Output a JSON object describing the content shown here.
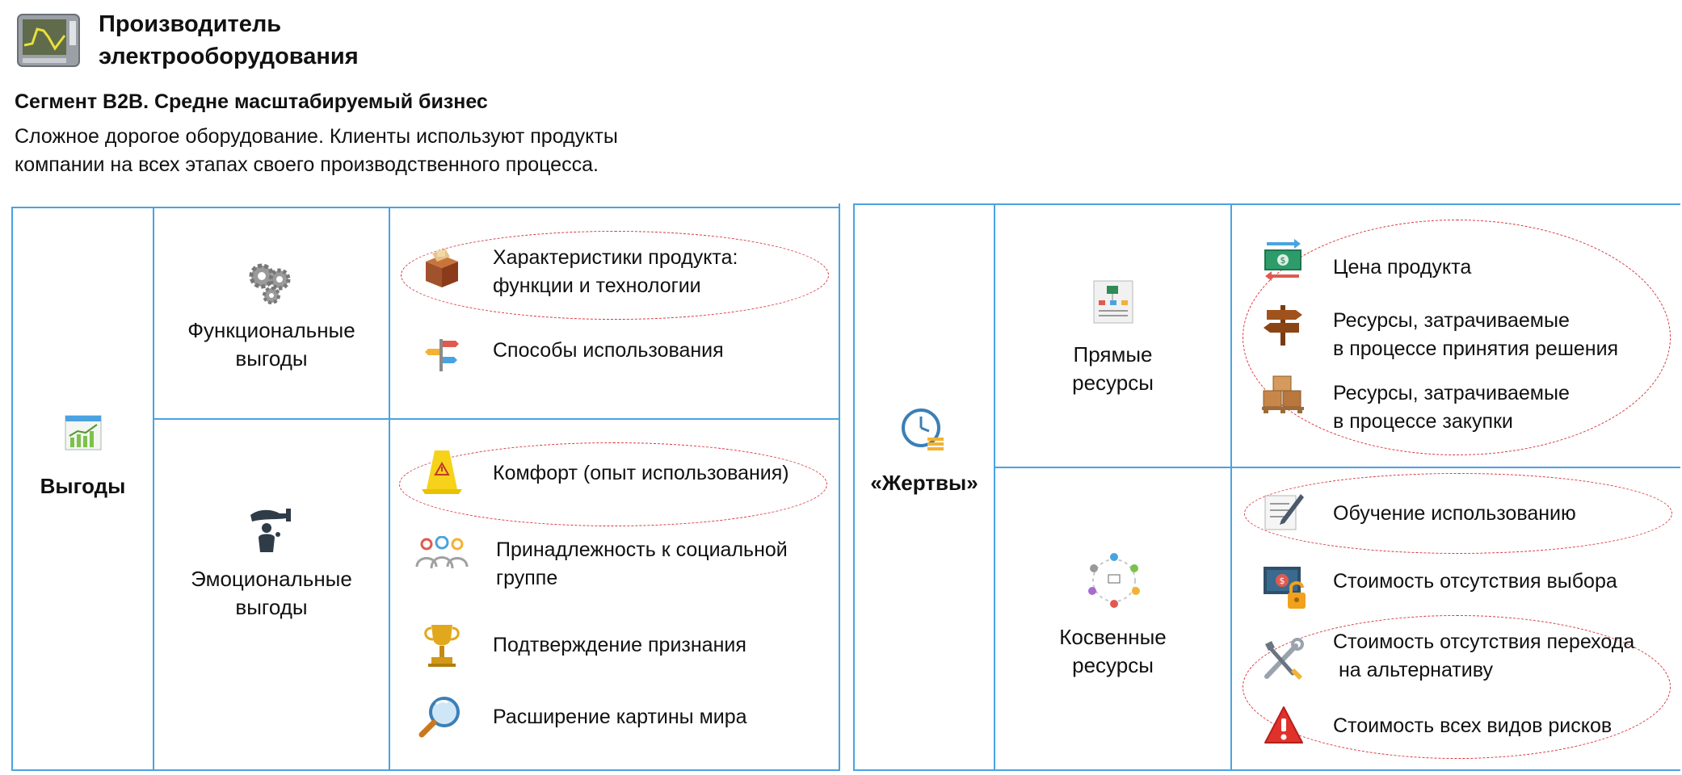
{
  "header": {
    "title_line1": "Производитель",
    "title_line2": "электрооборудования",
    "icon": "monitor-chart-icon",
    "segment": "Сегмент B2B. Средне масштабируемый бизнес",
    "description_line1": "Сложное дорогое оборудование. Клиенты используют продукты",
    "description_line2": "компании на всех этапах своего производственного процесса."
  },
  "benefits": {
    "label": "Выгоды",
    "icon": "growth-chart-icon",
    "functional": {
      "label_line1": "Функциональные",
      "label_line2": "выгоды",
      "icon": "gears-icon",
      "items": [
        {
          "line1": "Характеристики продукта:",
          "line2": "функции и технологии",
          "icon": "box-icon",
          "highlighted": true
        },
        {
          "line1": "Способы использования",
          "line2": "",
          "icon": "signpost-icon",
          "highlighted": false
        }
      ]
    },
    "emotional": {
      "label_line1": "Эмоциональные",
      "label_line2": "выгоды",
      "icon": "hand-person-icon",
      "items": [
        {
          "line1": "Комфорт (опыт использования)",
          "line2": "",
          "icon": "warning-cone-icon",
          "highlighted": true
        },
        {
          "line1": "Принадлежность к социальной",
          "line2": "группе",
          "icon": "people-group-icon",
          "highlighted": false
        },
        {
          "line1": "Подтверждение признания",
          "line2": "",
          "icon": "trophy-icon",
          "highlighted": false
        },
        {
          "line1": "Расширение картины мира",
          "line2": "",
          "icon": "magnifier-icon",
          "highlighted": false
        }
      ]
    }
  },
  "sacrifices": {
    "label": "«Жертвы»",
    "icon": "clock-coins-icon",
    "direct": {
      "label_line1": "Прямые",
      "label_line2": "ресурсы",
      "icon": "document-chart-icon",
      "items": [
        {
          "line1": "Цена продукта",
          "line2": "",
          "icon": "money-exchange-icon"
        },
        {
          "line1": "Ресурсы, затрачиваемые",
          "line2": "в процессе принятия решения",
          "icon": "direction-sign-icon"
        },
        {
          "line1": "Ресурсы, затрачиваемые",
          "line2": "в процессе закупки",
          "icon": "boxes-pallet-icon"
        }
      ]
    },
    "indirect": {
      "label_line1": "Косвенные",
      "label_line2": "ресурсы",
      "icon": "network-cycle-icon",
      "items": [
        {
          "line1": "Обучение использованию",
          "line2": "",
          "icon": "document-pen-icon"
        },
        {
          "line1": "Стоимость отсутствия выбора",
          "line2": "",
          "icon": "money-lock-icon"
        },
        {
          "line1": "Стоимость отсутствия перехода",
          "line2": " на альтернативу",
          "icon": "tools-icon"
        },
        {
          "line1": "Стоимость всех видов рисков",
          "line2": "",
          "icon": "warning-triangle-icon"
        }
      ]
    }
  },
  "colors": {
    "table_line": "#4aa3e0",
    "ellipse": "#d9363e"
  }
}
